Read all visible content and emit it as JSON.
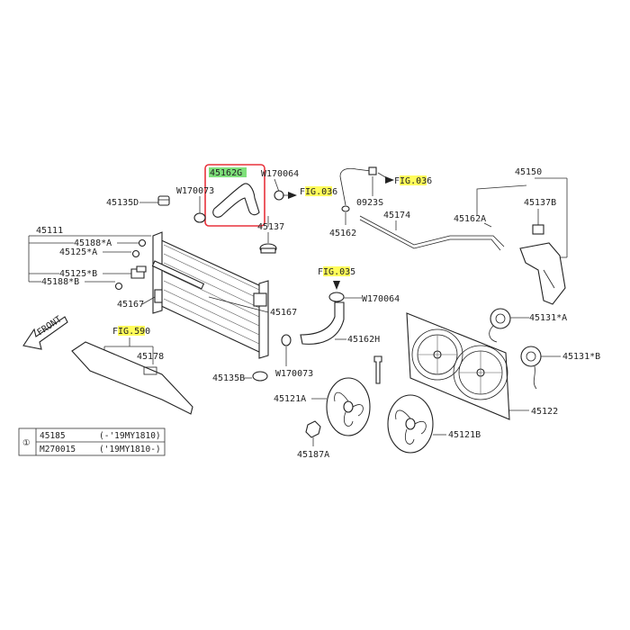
{
  "highlight_color": "#fffc5a",
  "selected_color": "#7ee07a",
  "selection_frame_color": "#e8323c",
  "parts": {
    "p45162G": "45162G",
    "p45150": "45150",
    "p45137B": "45137B",
    "p45162A": "45162A",
    "p45174": "45174",
    "p0923S": "0923S",
    "p45162": "45162",
    "p45135D": "45135D",
    "p45111": "45111",
    "p45188A": "45188*A",
    "p45125A": "45125*A",
    "p45125B": "45125*B",
    "p45188B": "45188*B",
    "p45167a": "45167",
    "p45167b": "45167",
    "p45137": "45137",
    "pW170073a": "W170073",
    "pW170073b": "W170073",
    "pW170064a": "W170064",
    "pW170064b": "W170064",
    "p45162H": "45162H",
    "p45131A": "45131*A",
    "p45131B": "45131*B",
    "p45122": "45122",
    "p45121A": "45121A",
    "p45121B": "45121B",
    "p45187A": "45187A",
    "p45178": "45178",
    "p45135B": "45135B"
  },
  "figrefs": {
    "fig036a": {
      "prefix": "F",
      "hl": "IG.03",
      "suffix": "6"
    },
    "fig036b": {
      "prefix": "F",
      "hl": "IG.03",
      "suffix": "6"
    },
    "fig035": {
      "prefix": "F",
      "hl": "IG.03",
      "suffix": "5"
    },
    "fig590": {
      "prefix": "F",
      "hl": "IG.59",
      "suffix": "0"
    }
  },
  "front_label": "FRONT",
  "note_table": {
    "marker": "①",
    "rows": [
      {
        "part": "45185",
        "range": "(-'19MY1810)"
      },
      {
        "part": "M270015",
        "range": "('19MY1810-)"
      }
    ]
  }
}
